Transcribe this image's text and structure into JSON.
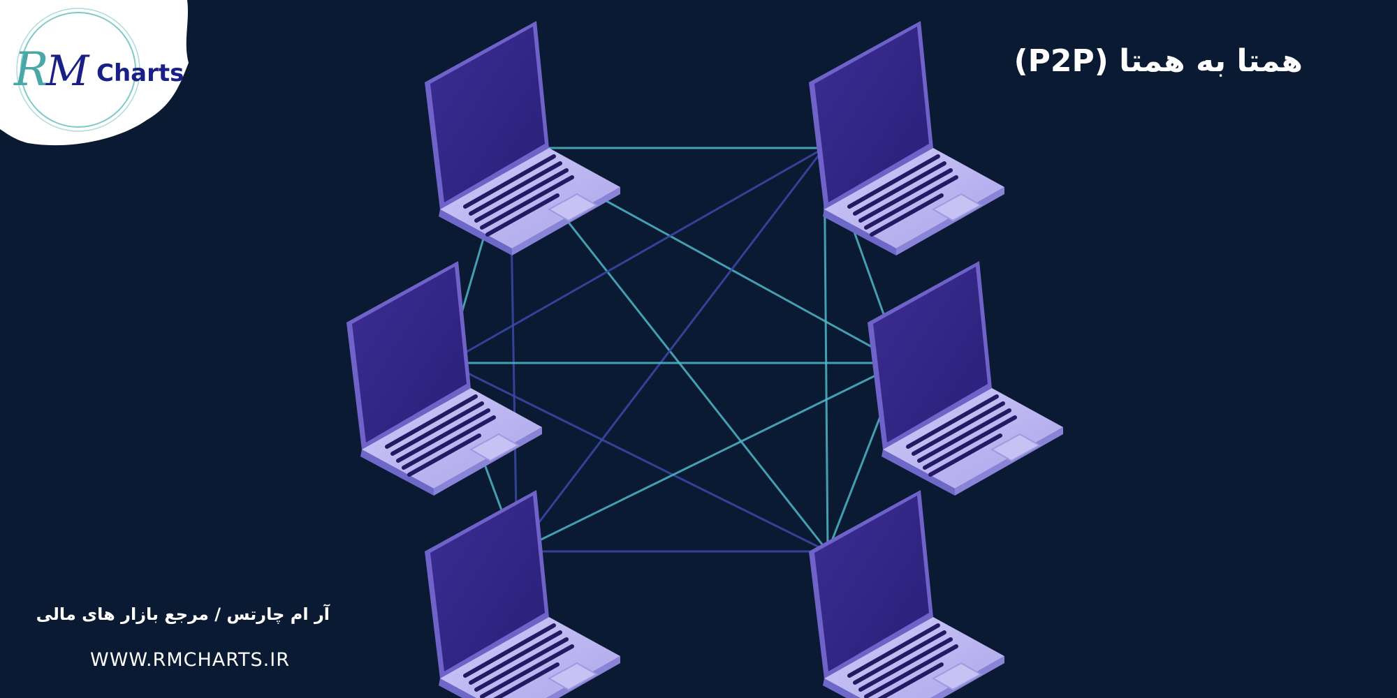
{
  "logo": {
    "text_r": "R",
    "text_m": "M",
    "text_brand": "Charts"
  },
  "title": "همتا به همتا (P2P)",
  "footer": {
    "tagline": "آر ام چارتس / مرجع بازار های مالی",
    "url": "WWW.RMCHARTS.IR"
  },
  "colors": {
    "background": "#0b1a33",
    "line_light": "#4fb8c8",
    "line_dark": "#3a4aa8",
    "screen": "#3a2a8c",
    "keyboard_base": "#b9b5ef",
    "brand_blue": "#1a1f86"
  },
  "diagram": {
    "nodes": [
      {
        "id": "top-left",
        "icon": "laptop-icon"
      },
      {
        "id": "top-right",
        "icon": "laptop-icon"
      },
      {
        "id": "mid-left",
        "icon": "laptop-icon"
      },
      {
        "id": "mid-right",
        "icon": "laptop-icon"
      },
      {
        "id": "bottom-left",
        "icon": "laptop-icon"
      },
      {
        "id": "bottom-right",
        "icon": "laptop-icon"
      }
    ],
    "edges": [
      [
        "top-left",
        "top-right"
      ],
      [
        "top-left",
        "mid-left"
      ],
      [
        "top-left",
        "bottom-left"
      ],
      [
        "top-left",
        "mid-right"
      ],
      [
        "top-left",
        "bottom-right"
      ],
      [
        "top-right",
        "mid-left"
      ],
      [
        "top-right",
        "mid-right"
      ],
      [
        "top-right",
        "bottom-right"
      ],
      [
        "top-right",
        "bottom-left"
      ],
      [
        "mid-left",
        "mid-right"
      ],
      [
        "mid-left",
        "bottom-left"
      ],
      [
        "mid-left",
        "bottom-right"
      ],
      [
        "mid-right",
        "bottom-left"
      ],
      [
        "mid-right",
        "bottom-right"
      ],
      [
        "bottom-left",
        "bottom-right"
      ]
    ]
  }
}
